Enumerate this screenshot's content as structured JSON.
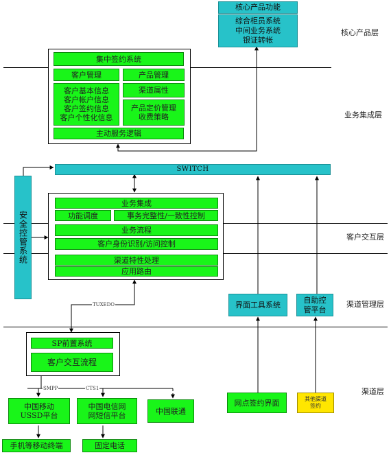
{
  "layers": {
    "core": "核心产品层",
    "business": "业务集成层",
    "customer": "客户交互层",
    "channel_mgmt": "渠道管理层",
    "channel": "渠道层"
  },
  "core_product": {
    "title": "核心产品功能",
    "body": [
      "综合柜员系统",
      "中间业务系统",
      "银证转帐"
    ]
  },
  "business_integration": {
    "title": "集中签约系统",
    "customer_mgmt": "客户管理",
    "customer_items": [
      "客户基本信息",
      "客户帐户信息",
      "客户签约信息",
      "客户个性化信息"
    ],
    "product_mgmt": "产品管理",
    "channel_attr": "渠道属性",
    "pricing": [
      "产品定价管理",
      "收费策略"
    ],
    "active_service": "主动服务逻辑"
  },
  "switch": "SWITCH",
  "security": "安全控管系统",
  "customer_interaction": {
    "integration": "业务集成",
    "function_dispatch": "功能调度",
    "transaction_integrity": "事务完整性/一致性控制",
    "process": "业务流程",
    "identity": "客户身份识别/访问控制",
    "channel_processing": "渠道特性处理",
    "app_routing": "应用路由"
  },
  "channel_management": {
    "ui_tool": "界面工具系统",
    "self_service": [
      "自助控",
      "管平台"
    ]
  },
  "protocol_labels": {
    "tuxedo": "TUXEDO",
    "smpp": "SMPP",
    "cts1": "CTS1"
  },
  "sp_front": {
    "title": "SP前置系统",
    "flow": "客户交互流程"
  },
  "channels": {
    "china_mobile": [
      "中国移动",
      "USSD平台"
    ],
    "china_telecom": [
      "中国电信网",
      "网短信平台"
    ],
    "china_unicom": "中国联通",
    "outlet_ui": "网点签约界面",
    "other_channel": [
      "其他渠道",
      "签约"
    ],
    "mobile_terminal": "手机等移动终端",
    "fixed_phone": "固定电话"
  },
  "colors": {
    "green": "#19f519",
    "teal": "#27c2c9",
    "yellow": "#ffe600"
  }
}
